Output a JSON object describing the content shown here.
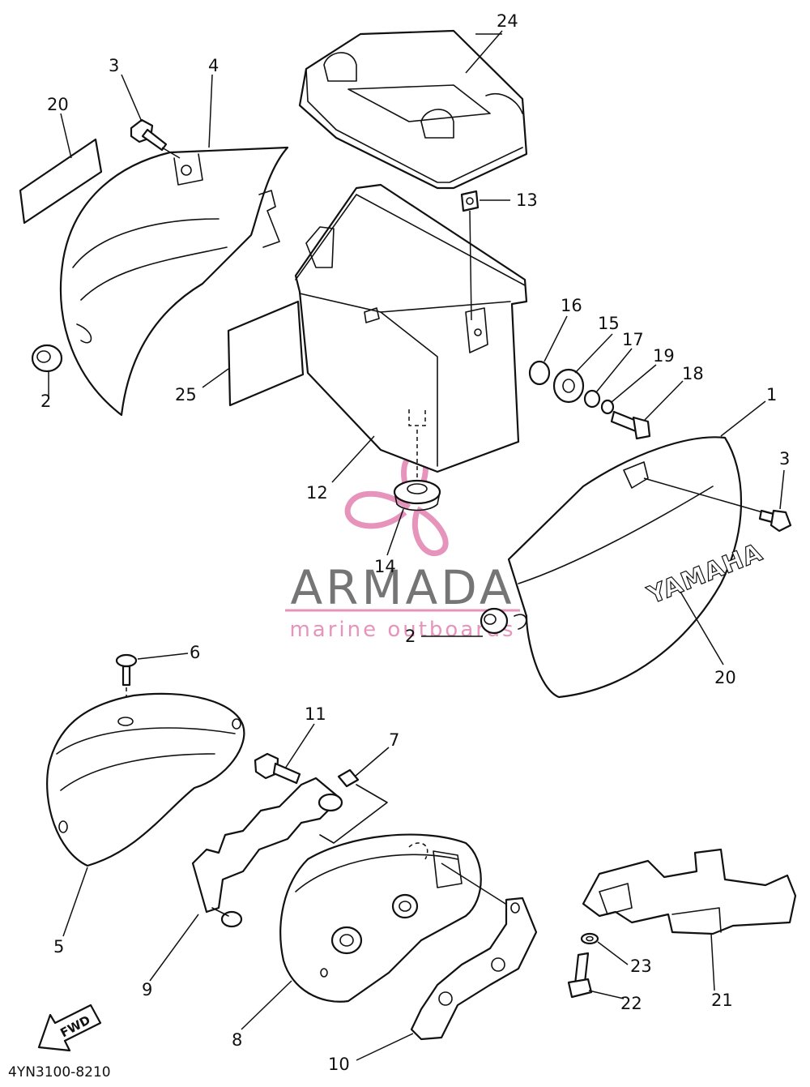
{
  "diagram": {
    "drawing_code": "4YN3100-8210",
    "watermark": {
      "brand": "ARMADA",
      "tagline": "marine outboards",
      "color_brand": "#6e6e6e",
      "color_accent": "#e58fb8"
    },
    "logo_text": "YAMAHA",
    "direction_label": "FWD",
    "callouts": {
      "c1": "1",
      "c2a": "2",
      "c2b": "2",
      "c3a": "3",
      "c3b": "3",
      "c4": "4",
      "c5": "5",
      "c6": "6",
      "c7": "7",
      "c8": "8",
      "c9": "9",
      "c10": "10",
      "c11": "11",
      "c12": "12",
      "c13": "13",
      "c14": "14",
      "c15": "15",
      "c16": "16",
      "c17": "17",
      "c18": "18",
      "c19": "19",
      "c20a": "20",
      "c20b": "20",
      "c21": "21",
      "c22": "22",
      "c23": "23",
      "c24": "24",
      "c25": "25"
    }
  }
}
